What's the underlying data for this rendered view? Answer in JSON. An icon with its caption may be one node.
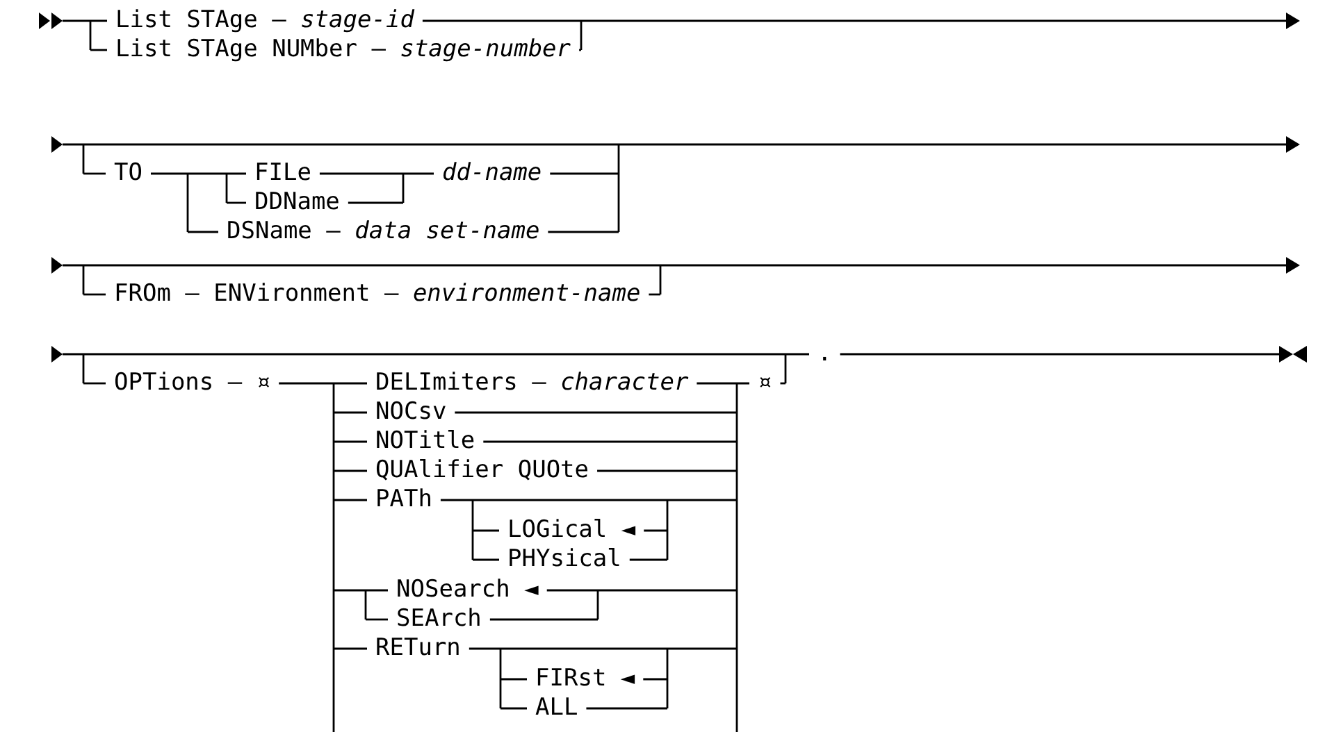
{
  "diagram": {
    "labels": [
      "List STAge – *stage-id*",
      "List STAge NUMber – *stage-number*",
      "TO",
      "FILe",
      "DDName",
      "dd-name",
      "DSName – *data set-name*",
      "FROm – ENVironment – *environment-name*",
      "OPTions – ¤",
      "DELImiters – *character*",
      "¤",
      ".",
      "NOCsv",
      "NOTitle",
      "QUAlifier QUOte",
      "PATh",
      "LOGical ◄",
      "PHYsical",
      "NOSearch ◄",
      "SEArch",
      "RETurn",
      "FIRst ◄",
      "ALL"
    ]
  }
}
